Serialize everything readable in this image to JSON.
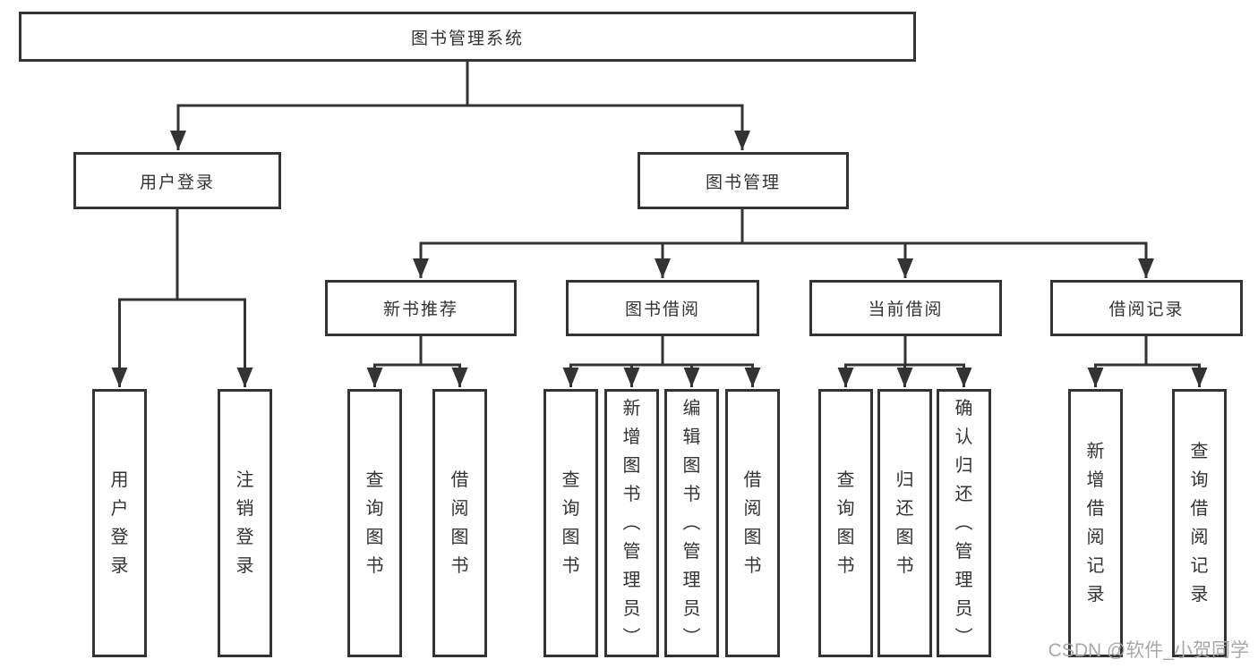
{
  "colors": {
    "line": "#333333",
    "text": "#333333",
    "box_background": "#ffffff",
    "watermark": "#a8a8a8",
    "background": "#ffffff"
  },
  "watermark": {
    "text": "CSDN @软件_小贺同学"
  },
  "diagram": {
    "root": {
      "label": "图书管理系统"
    },
    "user_login": {
      "label": "用户登录",
      "children": {
        "login": "用户登录",
        "logout": "注销登录"
      }
    },
    "book_management": {
      "label": "图书管理",
      "sections": {
        "new_book_recommend": {
          "label": "新书推荐",
          "children": {
            "query_books": "查询图书",
            "borrow_books": "借阅图书"
          }
        },
        "book_borrowing": {
          "label": "图书借阅",
          "children": {
            "query_books": "查询图书",
            "add_books": "新增图书（管理员）",
            "edit_books": "编辑图书（管理员）",
            "borrow_books": "借阅图书"
          }
        },
        "current_borrowing": {
          "label": "当前借阅",
          "children": {
            "query_books": "查询图书",
            "return_books": "归还图书",
            "confirm_return": "确认归还（管理员）"
          }
        },
        "borrow_records": {
          "label": "借阅记录",
          "children": {
            "add_record": "新增借阅记录",
            "query_record": "查询借阅记录"
          }
        }
      }
    }
  }
}
